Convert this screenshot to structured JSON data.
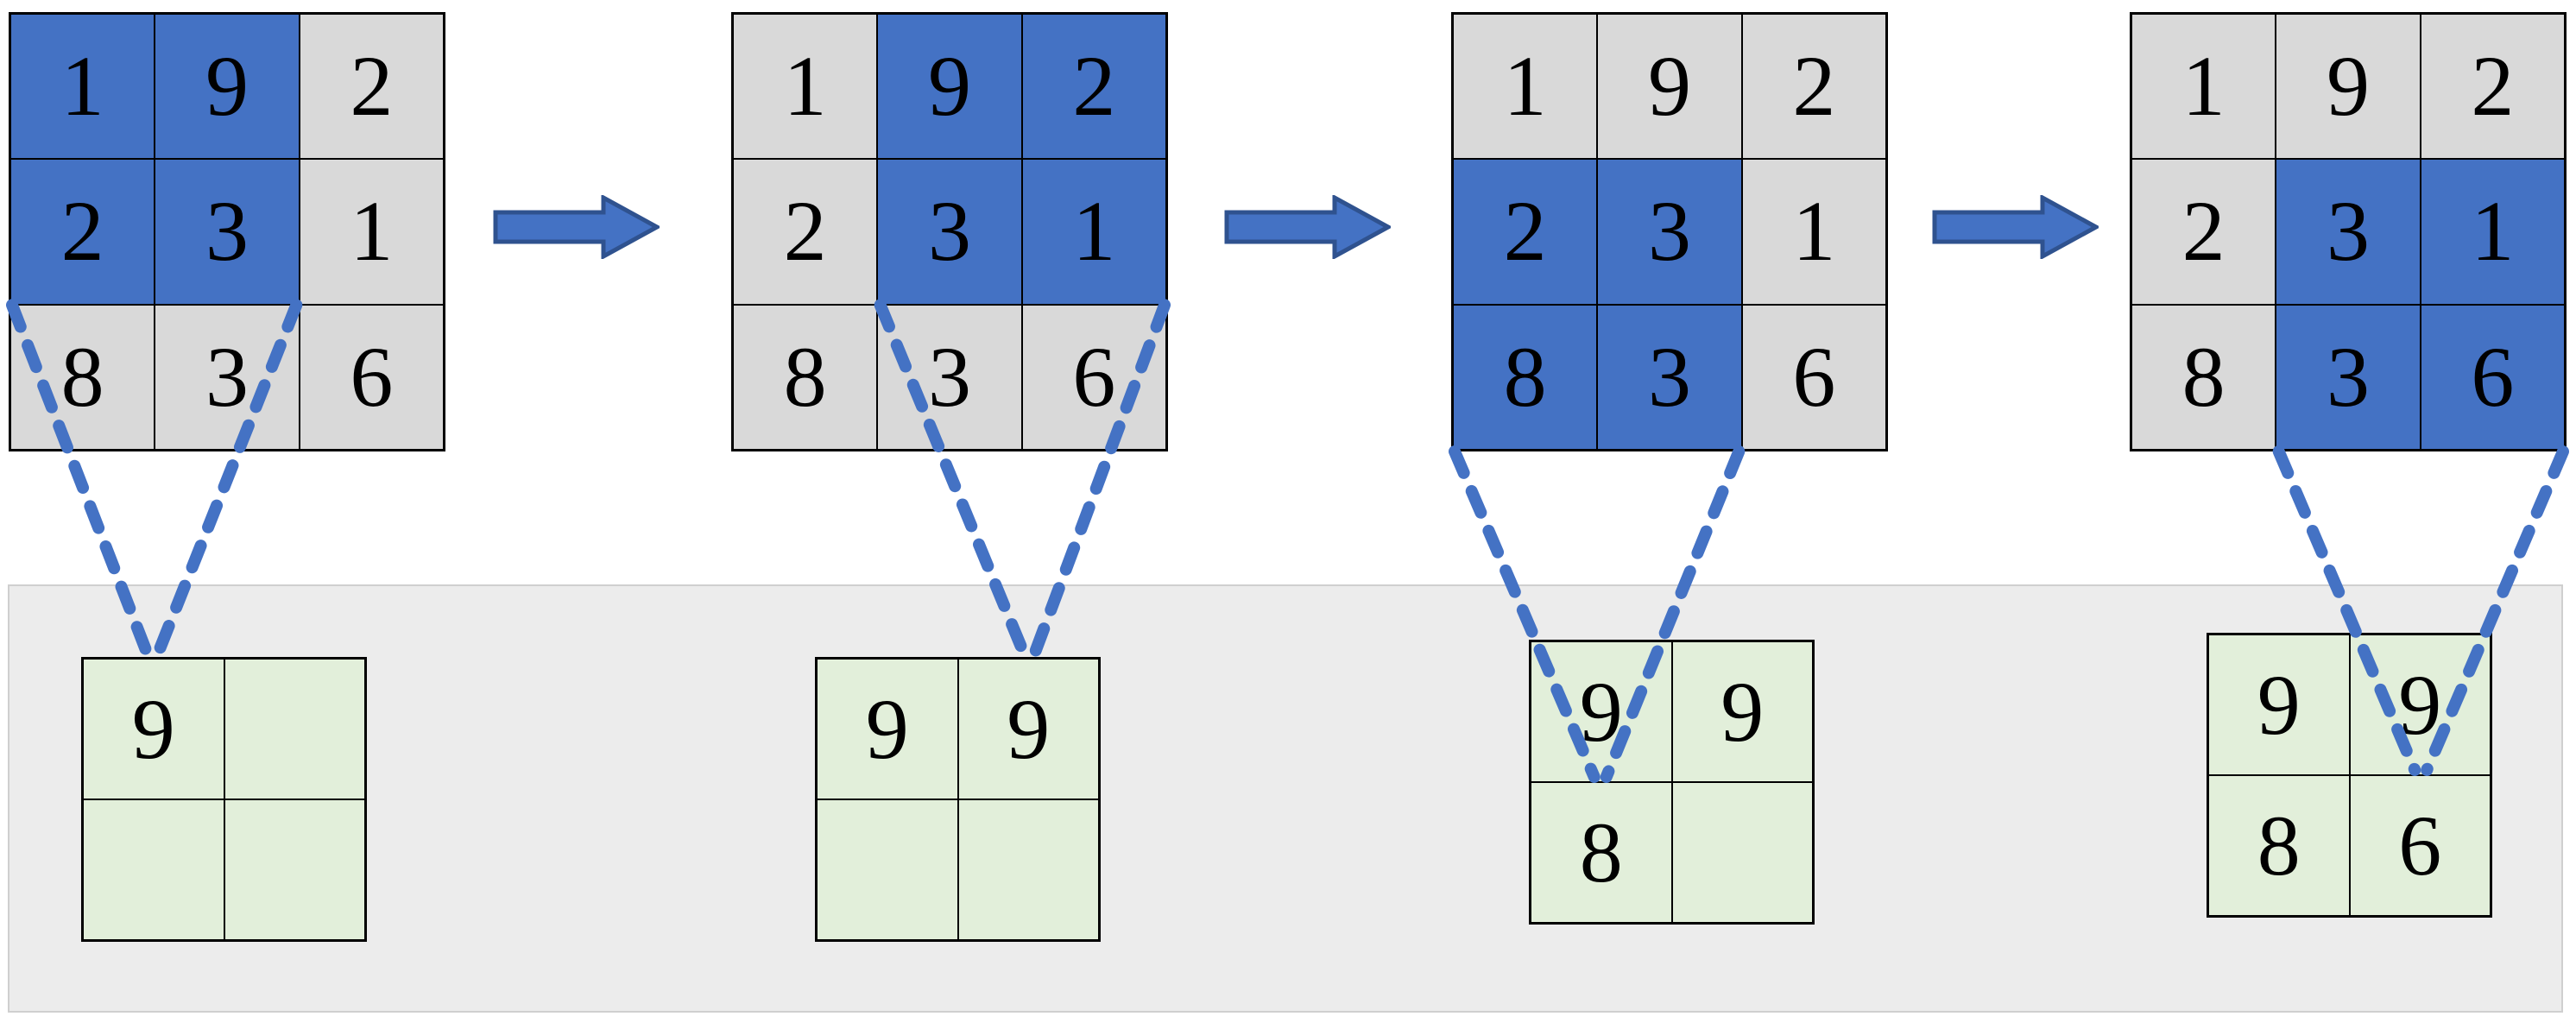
{
  "colors": {
    "window_fill": "#4472C4",
    "input_cell_fill": "#D9D9D9",
    "output_cell_fill": "#E2EFDA",
    "arrow_fill": "#4472C4",
    "arrow_border": "#2F528F",
    "dashed_line": "#4472C4",
    "band_fill": "#ECECEC",
    "band_border": "#CFCFCF",
    "grid_line": "#000000",
    "digit_color": "#000000"
  },
  "stages": [
    {
      "input_grid": {
        "rows": [
          [
            "1",
            "9",
            "2"
          ],
          [
            "2",
            "3",
            "1"
          ],
          [
            "8",
            "3",
            "6"
          ]
        ],
        "window": {
          "row": 0,
          "col": 0,
          "size": 2
        }
      },
      "output_grid": {
        "rows": [
          [
            "9",
            ""
          ],
          [
            "",
            ""
          ]
        ]
      },
      "target_cell": {
        "row": 0,
        "col": 0
      }
    },
    {
      "input_grid": {
        "rows": [
          [
            "1",
            "9",
            "2"
          ],
          [
            "2",
            "3",
            "1"
          ],
          [
            "8",
            "3",
            "6"
          ]
        ],
        "window": {
          "row": 0,
          "col": 1,
          "size": 2
        }
      },
      "output_grid": {
        "rows": [
          [
            "9",
            "9"
          ],
          [
            "",
            ""
          ]
        ]
      },
      "target_cell": {
        "row": 0,
        "col": 1
      }
    },
    {
      "input_grid": {
        "rows": [
          [
            "1",
            "9",
            "2"
          ],
          [
            "2",
            "3",
            "1"
          ],
          [
            "8",
            "3",
            "6"
          ]
        ],
        "window": {
          "row": 1,
          "col": 0,
          "size": 2
        }
      },
      "output_grid": {
        "rows": [
          [
            "9",
            "9"
          ],
          [
            "8",
            ""
          ]
        ]
      },
      "target_cell": {
        "row": 1,
        "col": 0
      }
    },
    {
      "input_grid": {
        "rows": [
          [
            "1",
            "9",
            "2"
          ],
          [
            "2",
            "3",
            "1"
          ],
          [
            "8",
            "3",
            "6"
          ]
        ],
        "window": {
          "row": 1,
          "col": 1,
          "size": 2
        }
      },
      "output_grid": {
        "rows": [
          [
            "9",
            "9"
          ],
          [
            "8",
            "6"
          ]
        ]
      },
      "target_cell": {
        "row": 1,
        "col": 1
      }
    }
  ]
}
